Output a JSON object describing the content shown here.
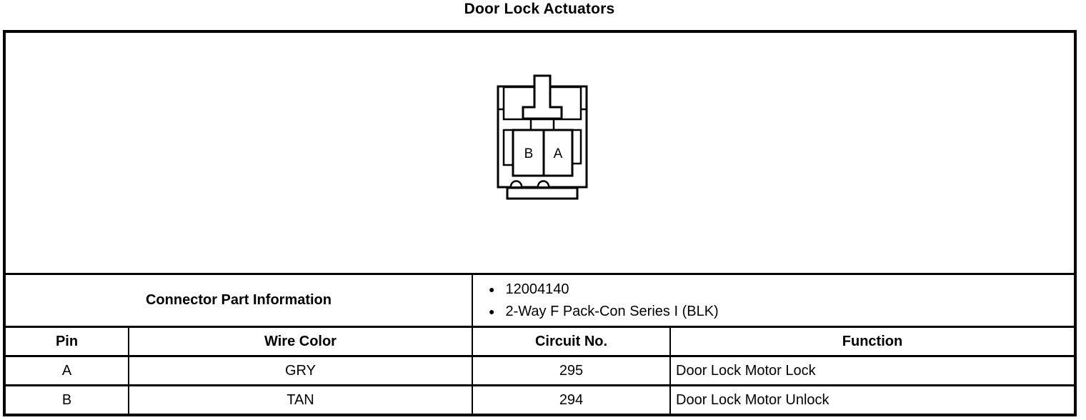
{
  "page_title": "Door Lock Actuators",
  "connector": {
    "pin_labels": [
      "B",
      "A"
    ]
  },
  "table": {
    "part_info_label": "Connector Part Information",
    "bullet_icon": "●",
    "part_info_items": [
      "12004140",
      "2-Way F Pack-Con Series I (BLK)"
    ],
    "headers": [
      "Pin",
      "Wire Color",
      "Circuit No.",
      "Function"
    ],
    "rows": [
      {
        "pin": "A",
        "wire_color": "GRY",
        "circuit_no": "295",
        "function": "Door Lock Motor Lock"
      },
      {
        "pin": "B",
        "wire_color": "TAN",
        "circuit_no": "294",
        "function": "Door Lock Motor Unlock"
      }
    ]
  },
  "colors": {
    "foreground": "#000000",
    "background": "#ffffff"
  }
}
